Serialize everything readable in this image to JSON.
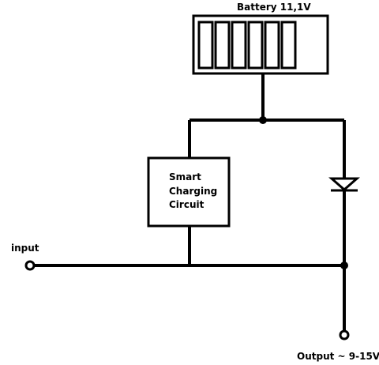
{
  "battery": {
    "label": "Battery  11,1V",
    "cell_count": 6
  },
  "charger": {
    "lines": [
      "Smart",
      "Charging",
      "Circuit"
    ]
  },
  "input": {
    "label": "input"
  },
  "output": {
    "label": "Output ~ 9-15V"
  },
  "colors": {
    "stroke": "#000000",
    "background": "#ffffff"
  }
}
